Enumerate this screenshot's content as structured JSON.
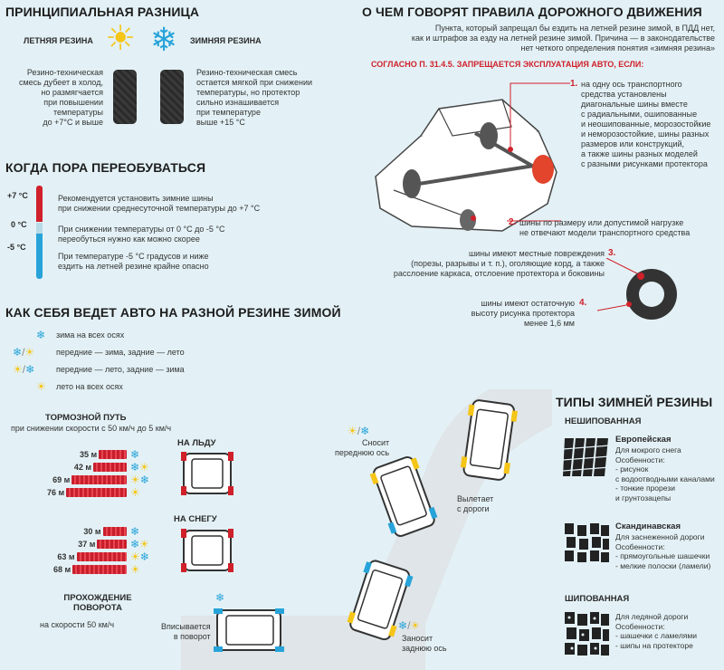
{
  "sections": {
    "principal": {
      "title": "ПРИНЦИПИАЛЬНАЯ РАЗНИЦА",
      "summer_label": "ЛЕТНЯЯ РЕЗИНА",
      "winter_label": "ЗИМНЯЯ РЕЗИНА",
      "summer_text": [
        "Резино-техническая",
        "смесь дубеет в холод,",
        "но размягчается",
        "при повышении",
        "температуры",
        "до +7°С и выше"
      ],
      "winter_text": [
        "Резино-техническая смесь",
        "остается мягкой при снижении",
        "температуры, но протектор",
        "сильно изнашивается",
        "при температуре",
        "выше +15 °С"
      ]
    },
    "when": {
      "title": "КОГДА ПОРА ПЕРЕОБУВАТЬСЯ",
      "t1": "+7 °С",
      "t2": "0 °С",
      "t3": "-5 °С",
      "r1": [
        "Рекомендуется установить зимние шины",
        "при снижении среднесуточной температуры до +7 °С"
      ],
      "r2": [
        "При снижении температуры от 0 °С до -5 °С",
        "переобуться нужно как можно скорее"
      ],
      "r3": [
        "При температуре -5 °С градусов и ниже",
        "ездить на летней резине крайне опасно"
      ]
    },
    "behavior": {
      "title": "КАК СЕБЯ ВЕДЕТ АВТО НА РАЗНОЙ РЕЗИНЕ ЗИМОЙ",
      "legend": [
        "зима на всех осях",
        "передние — зима, задние — лето",
        "передние — лето, задние — зима",
        "лето на всех осях"
      ],
      "braking_title": "ТОРМОЗНОЙ ПУТЬ",
      "braking_sub": "при снижении скорости с 50 км/ч до 5 км/ч",
      "ice_label": "НА ЛЬДУ",
      "snow_label": "НА СНЕГУ",
      "ice_values": [
        "35 м",
        "42 м",
        "69 м",
        "76 м"
      ],
      "snow_values": [
        "30 м",
        "37 м",
        "63 м",
        "68 м"
      ],
      "ice_num": [
        35,
        42,
        69,
        76
      ],
      "snow_num": [
        30,
        37,
        63,
        68
      ],
      "turn_title": [
        "ПРОХОЖДЕНИЕ",
        "ПОВОРОТА"
      ],
      "turn_sub": "на скорости 50 км/ч",
      "fits": [
        "Вписывается",
        "в поворот"
      ],
      "drift_front": [
        "Сносит",
        "переднюю ось"
      ],
      "flies": [
        "Вылетает",
        "с дороги"
      ],
      "drift_rear": [
        "Заносит",
        "заднюю ось"
      ]
    },
    "rules": {
      "title": "О ЧЕМ ГОВОРЯТ ПРАВИЛА ДОРОЖНОГО ДВИЖЕНИЯ",
      "intro": [
        "Пункта, который запрещал бы ездить на летней резине зимой, в ПДД нет,",
        "как и штрафов за езду на летней резине зимой. Причина — в законодательстве",
        "нет четкого определения понятия «зимняя резина»"
      ],
      "sub": "СОГЛАСНО П. 31.4.5. ЗАПРЕЩАЕТСЯ ЭКСПЛУАТАЦИЯ АВТО, ЕСЛИ:",
      "p1": [
        "на одну ось транспортного",
        "средства установлены",
        "диагональные шины вместе",
        "с радиальными, ошипованные",
        "и неошипованные, морозостойкие",
        "и неморозостойкие, шины разных",
        "размеров или конструкций,",
        "а также шины разных моделей",
        "с разными рисунками протектора"
      ],
      "p2": [
        "шины по размеру или допустимой нагрузке",
        "не отвечают модели транспортного средства"
      ],
      "p3": [
        "шины имеют местные повреждения",
        "(порезы, разрывы и т. п.), оголяющие корд, а также",
        "расслоение каркаса, отслоение протектора и боковины"
      ],
      "p4": [
        "шины имеют остаточную",
        "высоту рисунка протектора",
        "менее 1,6 мм"
      ],
      "n1": "1.",
      "n2": "2.",
      "n3": "3.",
      "n4": "4."
    },
    "types": {
      "title": "ТИПЫ ЗИМНЕЙ РЕЗИНЫ",
      "unstudded": "НЕШИПОВАННАЯ",
      "studded": "ШИПОВАННАЯ",
      "euro_name": "Европейская",
      "euro_text": [
        "Для мокрого снега",
        "Особенности:",
        "- рисунок",
        "с водоотводными каналами",
        "- тонкие прорези",
        "и грунтозацепы"
      ],
      "scand_name": "Скандинавская",
      "scand_text": [
        "Для заснеженной дороги",
        "Особенности:",
        "- прямоугольные шашечки",
        "- мелкие полоски (ламели)"
      ],
      "stud_text": [
        "Для ледяной дороги",
        "Особенности:",
        "- шашечки с ламелями",
        "- шипы на протекторе"
      ]
    }
  },
  "colors": {
    "accent": "#d0202a",
    "summer": "#f5c518",
    "winter": "#27a3d9",
    "background": "#e3f1f6"
  }
}
